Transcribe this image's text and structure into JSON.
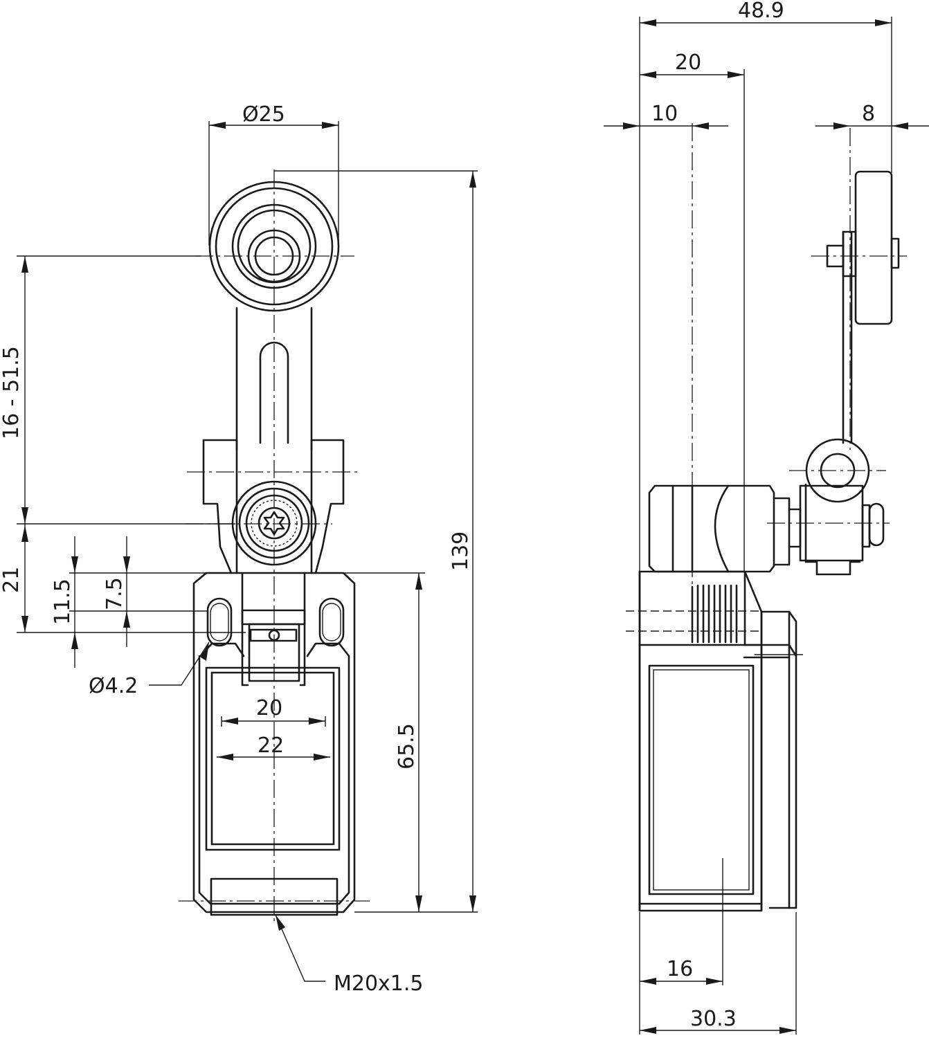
{
  "front_view": {
    "dimensions": {
      "roller_diameter": "Ø25",
      "arm_adjust_range": "16 - 51.5",
      "overall_height": "139",
      "head_offset": "21",
      "hole_spacing": "11.5",
      "hole_offset": "7.5",
      "hole_diameter": "Ø4.2",
      "body_height": "65.5",
      "inner_width_20": "20",
      "inner_width_22": "22",
      "thread": "M20x1.5"
    }
  },
  "side_view": {
    "dimensions": {
      "overall_depth": "48.9",
      "arm_depth": "20",
      "axis_offset": "10",
      "roller_width": "8",
      "body_offset": "16",
      "body_depth": "30.3"
    }
  }
}
